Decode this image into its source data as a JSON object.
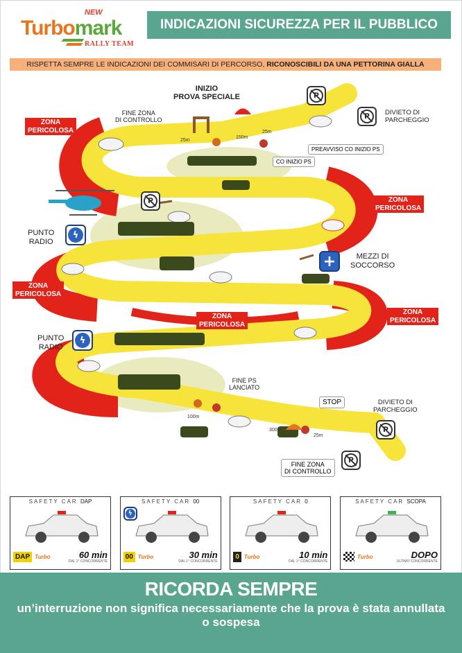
{
  "header": {
    "logo_new": "NEW",
    "logo_brand_a": "Turbo",
    "logo_brand_b": "mark",
    "logo_team": "RALLY TEAM",
    "title": "INDICAZIONI SICUREZZA PER IL PUBBLICO"
  },
  "notice": {
    "text": "RISPETTA SEMPRE LE INDICAZIONI DEI  COMMISARI DI PERCORSO,",
    "bold": "RICONOSCIBILI DA UNA PETTORINA GIALLA"
  },
  "map": {
    "inizio": "INIZIO\nPROVA SPECIALE",
    "fine_zona_top": "FINE ZONA\nDI CONTROLLO",
    "divieto_top": "DIVIETO DI\nPARCHEGGIO",
    "preavviso": "PREAVVISO CO INIZIO PS",
    "co_inizio": "CO INIZIO PS",
    "zona_pericolosa": "ZONA\nPERICOLOSA",
    "punto_radio": "PUNTO\nRADIO",
    "mezzi_soccorso": "MEZZI DI\nSOCCORSO",
    "fine_ps": "FINE PS\nLANCIATO",
    "stop": "STOP",
    "divieto_bottom": "DIVIETO DI\nPARCHEGGIO",
    "fine_zona_bottom": "FINE ZONA\nDI CONTROLLO",
    "dist_25m_a": "25m",
    "dist_150m": "150m",
    "dist_25m_b": "25m",
    "dist_100m": "100m",
    "dist_300m": "300m",
    "dist_25m_c": "25m",
    "colors": {
      "track_yellow": "#f6e43a",
      "track_red": "#e2231a",
      "grass": "#e9ebbf"
    }
  },
  "safety_cars": [
    {
      "label": "SAFETY CAR",
      "suffix": "DAP",
      "code": "DAP",
      "time": "60 min",
      "sub": "DAL 1° CONCORRENTE",
      "light": "#e2231a",
      "radio": false
    },
    {
      "label": "SAFETY CAR",
      "suffix": "00",
      "code": "00",
      "time": "30 min",
      "sub": "DAL 1° CONCORRENTE",
      "light": "#e2231a",
      "radio": true
    },
    {
      "label": "SAFETY CAR",
      "suffix": "0",
      "code": "0",
      "time": "10 min",
      "sub": "DAL 1° CONCORRENTE",
      "light": "#e2231a",
      "radio": false
    },
    {
      "label": "SAFETY CAR",
      "suffix": "SCOPA",
      "code": "",
      "time": "DOPO",
      "sub": "ULTIMO CONCORRENTE",
      "light": "#3fb34f",
      "radio": false
    }
  ],
  "footer": {
    "heading": "RICORDA SEMPRE",
    "text": "un’interruzione non significa necessariamente che la prova è stata annullata o sospesa"
  }
}
